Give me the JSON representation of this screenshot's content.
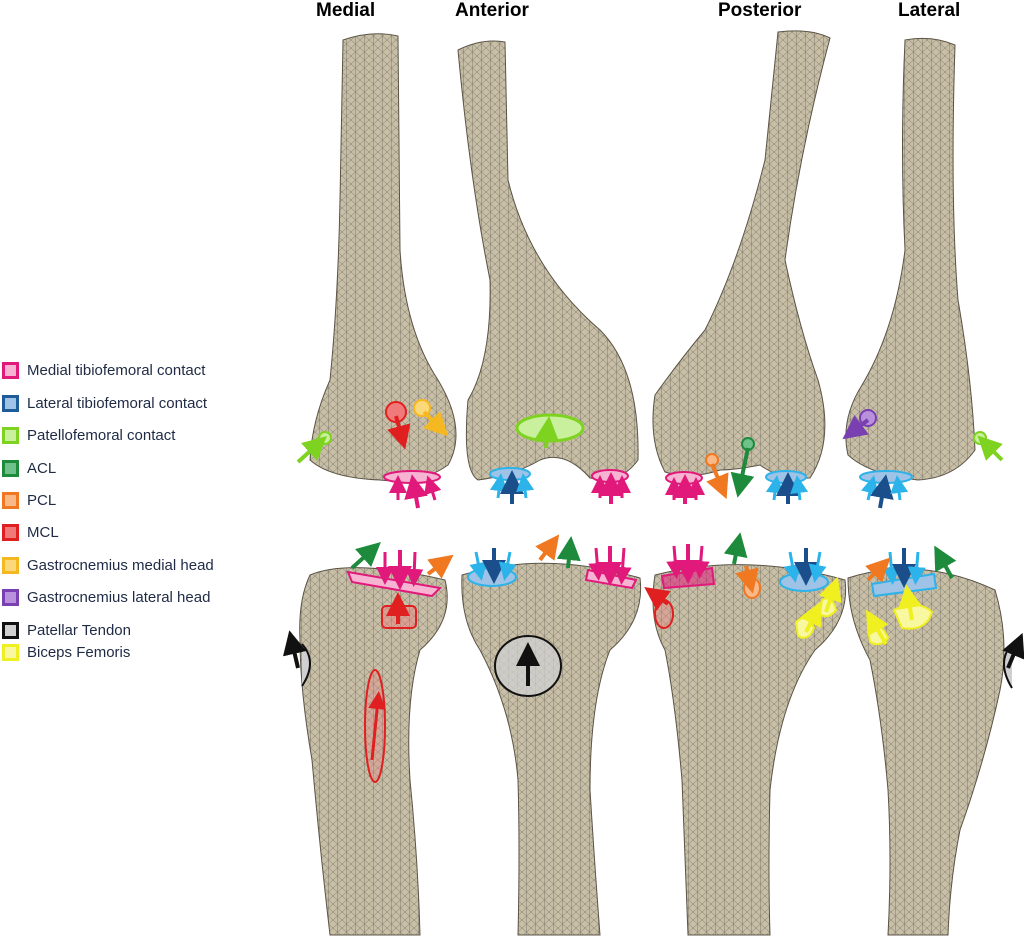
{
  "views": [
    {
      "key": "medial",
      "title": "Medial"
    },
    {
      "key": "anterior",
      "title": "Anterior"
    },
    {
      "key": "posterior",
      "title": "Posterior"
    },
    {
      "key": "lateral",
      "title": "Lateral"
    }
  ],
  "legend": [
    {
      "label": "Medial tibiofemoral contact",
      "color": "#e0197a",
      "fill": "#f6b4d2"
    },
    {
      "label": "Lateral tibiofemoral contact",
      "color": "#1f5a99",
      "fill": "#9ec3e6"
    },
    {
      "label": "Patellofemoral contact",
      "color": "#7ed321",
      "fill": "#c9f09c"
    },
    {
      "label": "ACL",
      "color": "#1e8a3c",
      "fill": "#6fc08a"
    },
    {
      "label": "PCL",
      "color": "#f07820",
      "fill": "#f8b888"
    },
    {
      "label": "MCL",
      "color": "#e02020",
      "fill": "#f07a7a"
    },
    {
      "label": "Gastrocnemius medial head",
      "color": "#f5b820",
      "fill": "#fbd97a"
    },
    {
      "label": "Gastrocnemius lateral head",
      "color": "#7a3fb0",
      "fill": "#b890dc"
    },
    {
      "label": "Patellar Tendon",
      "color": "#111111",
      "fill": "#d0d0d0"
    },
    {
      "label": "Biceps Femoris",
      "color": "#f0f020",
      "fill": "#f8f8a0"
    }
  ],
  "colors": {
    "bone": "#c8bfa6",
    "bone_mesh": "#3a3a3a",
    "lateral_contact_arrow": "#2bb3ea",
    "lateral_contact_arrow_dark": "#1a4f8c"
  }
}
